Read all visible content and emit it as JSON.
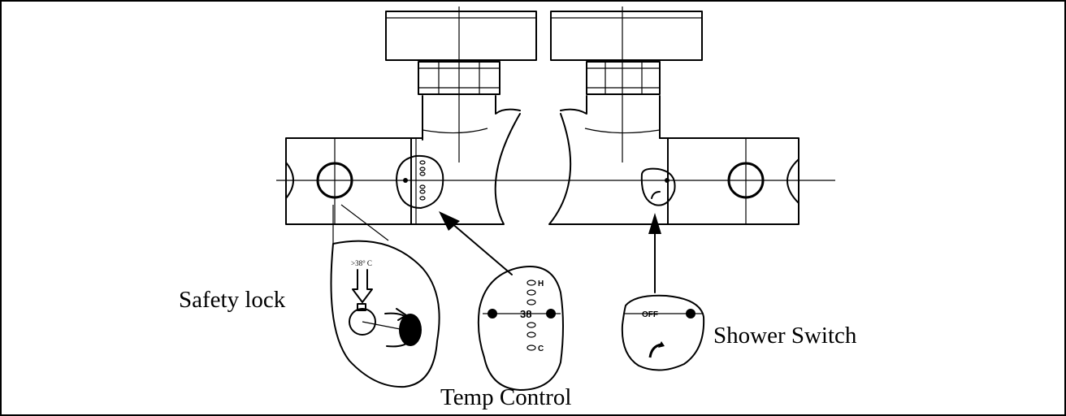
{
  "labels": {
    "safety_lock": "Safety lock",
    "temp_control": "Temp Control",
    "shower_switch": "Shower Switch"
  },
  "markings": {
    "temp_limit": ">38° C",
    "temp_value": "38",
    "hot": "H",
    "cold": "C",
    "off": "OFF"
  }
}
